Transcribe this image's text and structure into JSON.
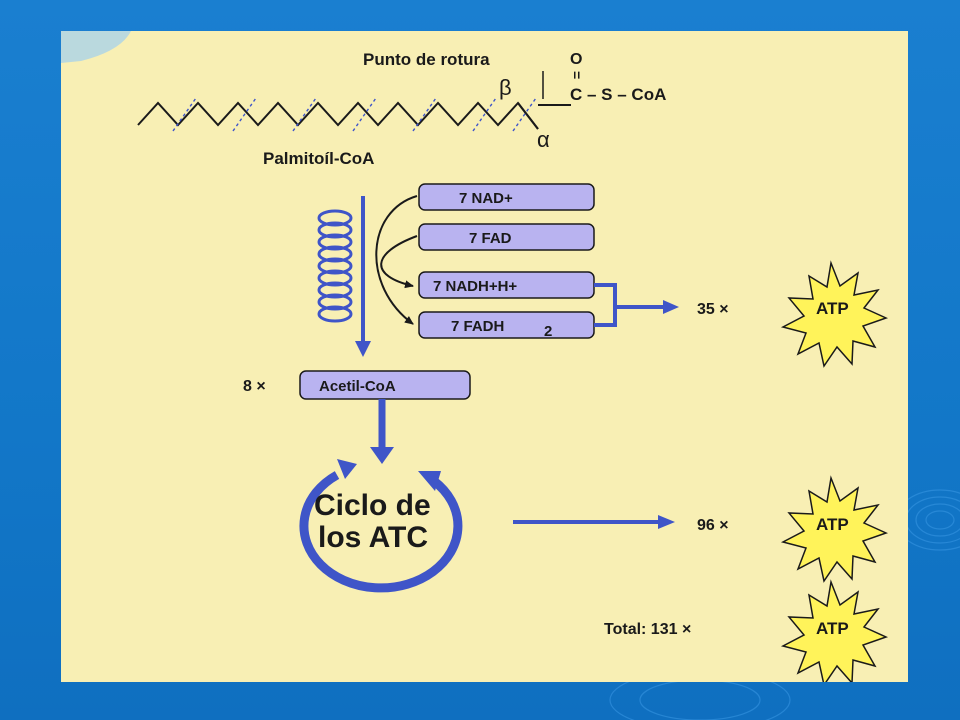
{
  "colors": {
    "slide_background": "#1277c8",
    "panel_background": "#f8efb4",
    "box_fill": "#b9b3f0",
    "accent_blue": "#3f55c8",
    "atp_fill": "#fff35a"
  },
  "molecule": {
    "cleavage_label": "Punto de rotura",
    "beta": "β",
    "alpha": "α",
    "oxygen": "O",
    "double_bond": "=",
    "thioester": "C – S – CoA",
    "name": "Palmitoíl-CoA"
  },
  "boxes": {
    "nad": "7 NAD+",
    "fad": "7 FAD",
    "nadh": "7 NADH+H+",
    "fadh2_main": "7 FADH",
    "fadh2_sub": "2",
    "acetyl_coa": "Acetil-CoA"
  },
  "multipliers": {
    "acetyl": "8 ×",
    "atp_oxidative": "35 ×",
    "atp_cycle": "96 ×",
    "atp_total": "Total: 131 ×"
  },
  "cycle": {
    "line1": "Ciclo de",
    "line2": "los ATC"
  },
  "atp_label": "ATP",
  "icons": [
    "helix-icon",
    "cycle-arrow-icon",
    "atp-burst-icon"
  ]
}
